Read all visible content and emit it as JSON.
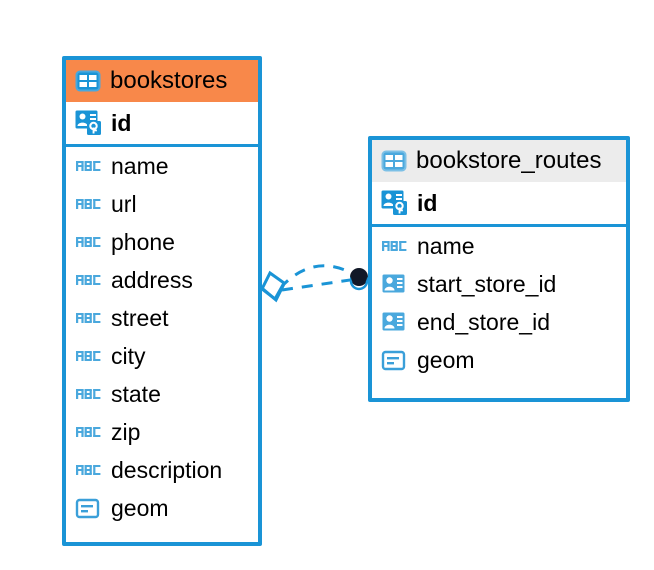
{
  "diagram": {
    "type": "entity-relationship-diagram",
    "background": "#ffffff",
    "accent_color": "#1a94d6",
    "selected_header_color": "#f8884a",
    "unselected_header_color": "#ececec",
    "endpoint_color": "#111827"
  },
  "entities": [
    {
      "name": "bookstores",
      "selected": true,
      "icon": "table-icon",
      "fields": [
        {
          "name": "id",
          "type_icon": "primary-key-icon",
          "key": true
        },
        {
          "name": "name",
          "type_icon": "abc-text-icon",
          "key": false
        },
        {
          "name": "url",
          "type_icon": "abc-text-icon",
          "key": false
        },
        {
          "name": "phone",
          "type_icon": "abc-text-icon",
          "key": false
        },
        {
          "name": "address",
          "type_icon": "abc-text-icon",
          "key": false
        },
        {
          "name": "street",
          "type_icon": "abc-text-icon",
          "key": false
        },
        {
          "name": "city",
          "type_icon": "abc-text-icon",
          "key": false
        },
        {
          "name": "state",
          "type_icon": "abc-text-icon",
          "key": false
        },
        {
          "name": "zip",
          "type_icon": "abc-text-icon",
          "key": false
        },
        {
          "name": "description",
          "type_icon": "abc-text-icon",
          "key": false
        },
        {
          "name": "geom",
          "type_icon": "geometry-icon",
          "key": false
        }
      ]
    },
    {
      "name": "bookstore_routes",
      "selected": false,
      "icon": "table-icon",
      "fields": [
        {
          "name": "id",
          "type_icon": "primary-key-icon",
          "key": true
        },
        {
          "name": "name",
          "type_icon": "abc-text-icon",
          "key": false
        },
        {
          "name": "start_store_id",
          "type_icon": "foreign-key-icon",
          "key": false
        },
        {
          "name": "end_store_id",
          "type_icon": "foreign-key-icon",
          "key": false
        },
        {
          "name": "geom",
          "type_icon": "geometry-icon",
          "key": false
        }
      ]
    }
  ],
  "relationship": {
    "source_entity": "bookstores",
    "target_entity": "bookstore_routes",
    "source_marker": "diamond-marker",
    "target_marker": "filled-circle-marker",
    "line_style": "dashed",
    "line_color": "#1a94d6"
  }
}
